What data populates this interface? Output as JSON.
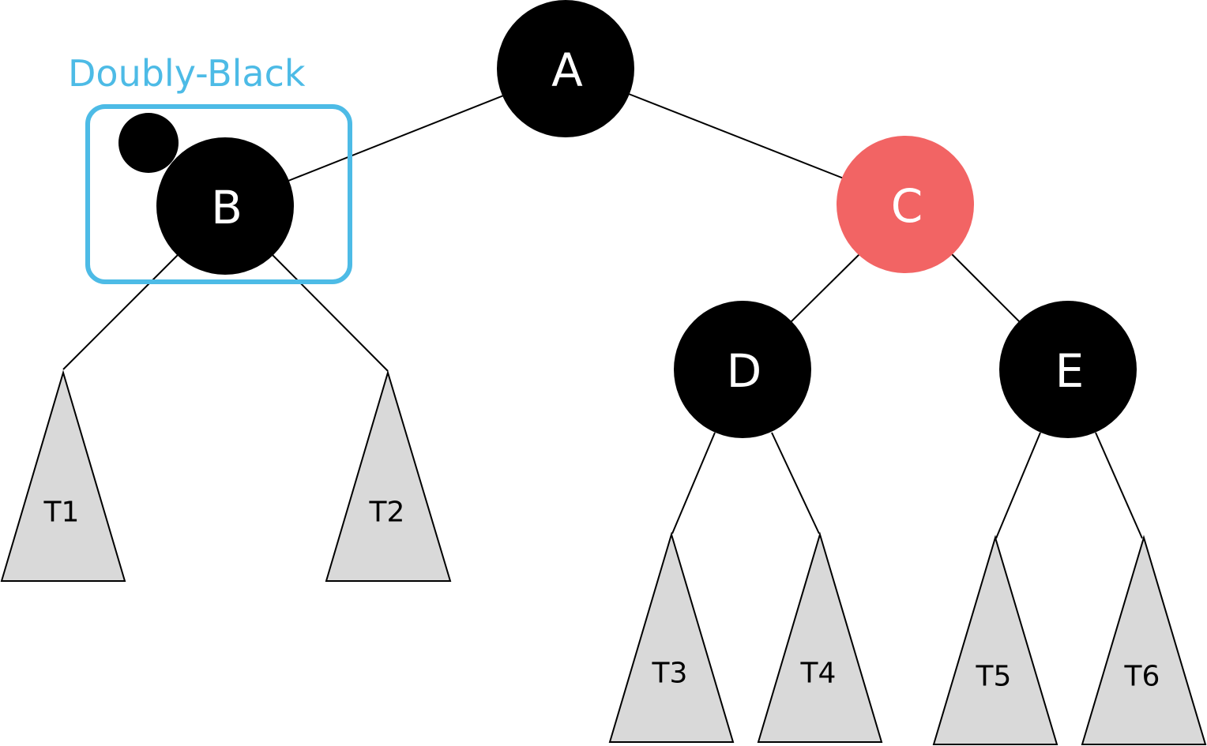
{
  "highlight": {
    "label": "Doubly-Black",
    "color": "#4dbbe6"
  },
  "colors": {
    "black_node": "#000000",
    "red_node": "#f26464",
    "subtree_fill": "#d9d9d9"
  },
  "nodes": {
    "A": {
      "label": "A",
      "color": "black"
    },
    "B": {
      "label": "B",
      "color": "black",
      "extra_black": true
    },
    "C": {
      "label": "C",
      "color": "red"
    },
    "D": {
      "label": "D",
      "color": "black"
    },
    "E": {
      "label": "E",
      "color": "black"
    }
  },
  "subtrees": {
    "T1": {
      "label": "T1",
      "parent": "B"
    },
    "T2": {
      "label": "T2",
      "parent": "B"
    },
    "T3": {
      "label": "T3",
      "parent": "D"
    },
    "T4": {
      "label": "T4",
      "parent": "D"
    },
    "T5": {
      "label": "T5",
      "parent": "E"
    },
    "T6": {
      "label": "T6",
      "parent": "E"
    }
  },
  "edges": [
    [
      "A",
      "B"
    ],
    [
      "A",
      "C"
    ],
    [
      "C",
      "D"
    ],
    [
      "C",
      "E"
    ],
    [
      "B",
      "T1"
    ],
    [
      "B",
      "T2"
    ],
    [
      "D",
      "T3"
    ],
    [
      "D",
      "T4"
    ],
    [
      "E",
      "T5"
    ],
    [
      "E",
      "T6"
    ]
  ]
}
